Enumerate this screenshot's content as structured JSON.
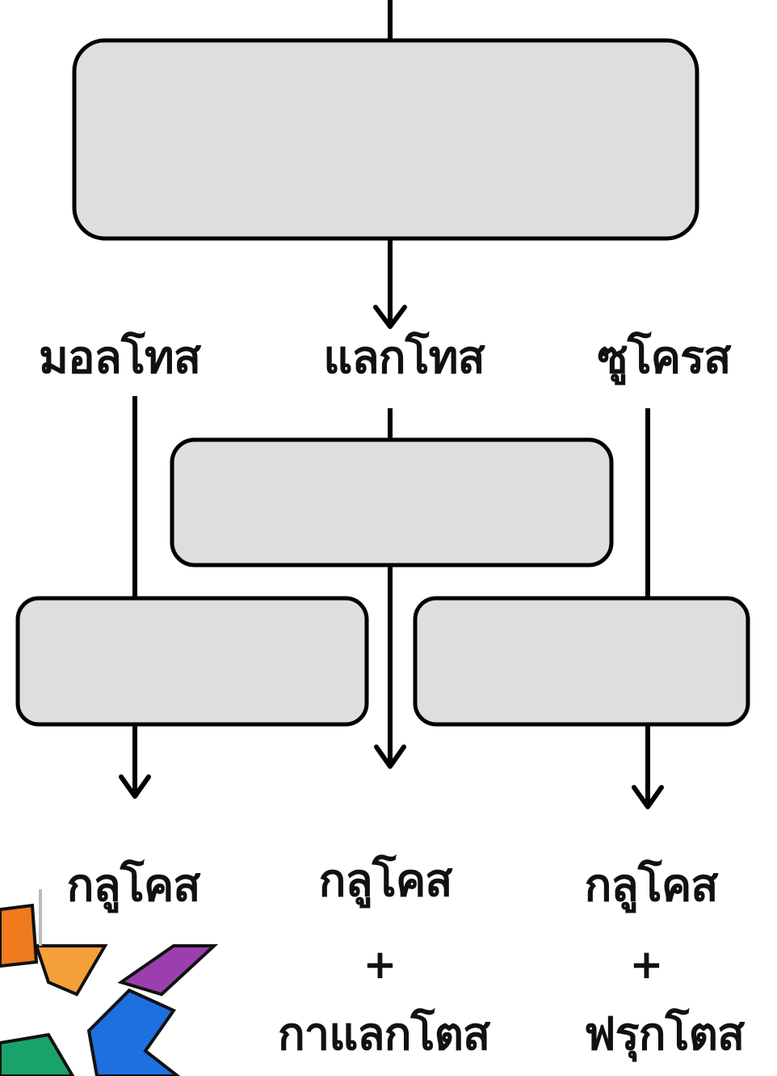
{
  "sugars": {
    "maltose": "มอลโทส",
    "lactose": "แลกโทส",
    "sucrose": "ซูโครส"
  },
  "products": {
    "left": {
      "line1": "กลูโคส"
    },
    "middle": {
      "line1": "กลูโคส",
      "op": "+",
      "line2": "กาแลกโตส"
    },
    "right": {
      "line1": "กลูโคส",
      "op": "+",
      "line2": "ฟรุกโตส"
    }
  },
  "colors": {
    "box_fill": "#dedede",
    "stroke": "#000000"
  },
  "logo": {
    "icon": "colorful-logo-fragment"
  }
}
